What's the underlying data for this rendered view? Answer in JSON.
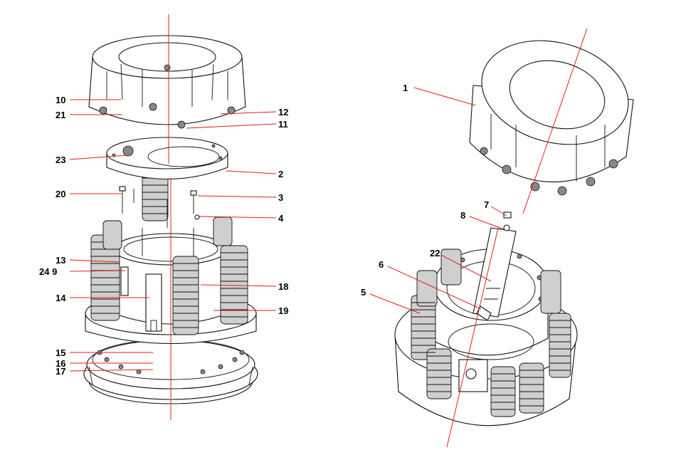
{
  "diagram": {
    "left_assembly": {
      "callouts": [
        {
          "id": "c10",
          "text": "10"
        },
        {
          "id": "c21",
          "text": "21"
        },
        {
          "id": "c12",
          "text": "12"
        },
        {
          "id": "c11",
          "text": "11"
        },
        {
          "id": "c23",
          "text": "23"
        },
        {
          "id": "c2",
          "text": "2"
        },
        {
          "id": "c20",
          "text": "20"
        },
        {
          "id": "c3",
          "text": "3"
        },
        {
          "id": "c4",
          "text": "4"
        },
        {
          "id": "c13",
          "text": "13"
        },
        {
          "id": "c24_9",
          "text": "24 9"
        },
        {
          "id": "c18",
          "text": "18"
        },
        {
          "id": "c14",
          "text": "14"
        },
        {
          "id": "c19",
          "text": "19"
        },
        {
          "id": "c15",
          "text": "15"
        },
        {
          "id": "c16",
          "text": "16"
        },
        {
          "id": "c17",
          "text": "17"
        }
      ]
    },
    "right_assembly": {
      "callouts": [
        {
          "id": "c1",
          "text": "1"
        },
        {
          "id": "c7",
          "text": "7"
        },
        {
          "id": "c8",
          "text": "8"
        },
        {
          "id": "c22",
          "text": "22"
        },
        {
          "id": "c6",
          "text": "6"
        },
        {
          "id": "c5",
          "text": "5"
        }
      ]
    },
    "colors": {
      "leader": "#e0201a",
      "ink": "#111111",
      "background": "#ffffff"
    }
  }
}
